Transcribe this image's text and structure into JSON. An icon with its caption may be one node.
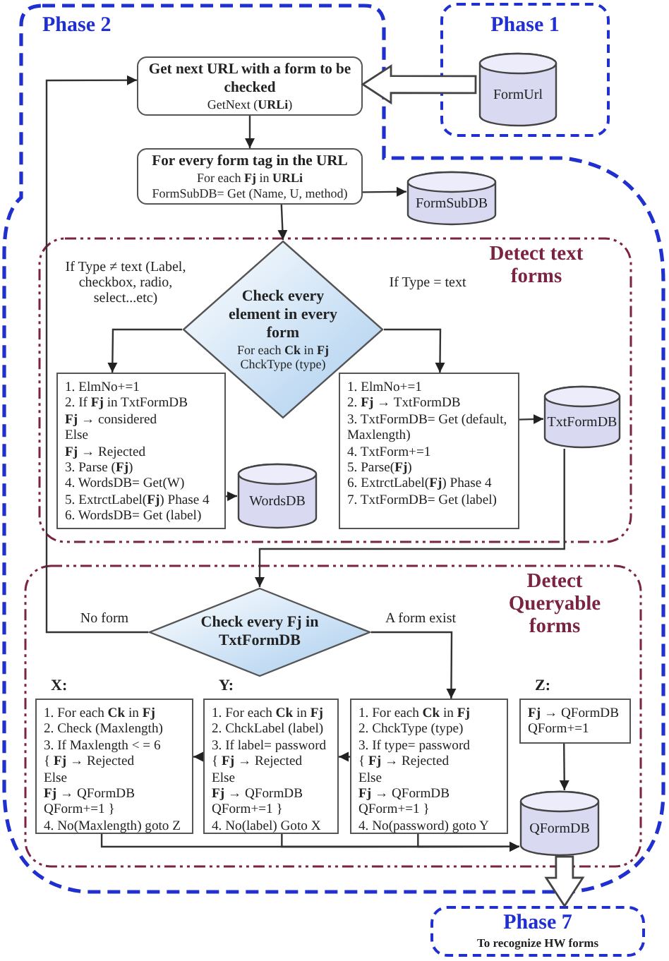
{
  "diagram": {
    "nodes": [
      {
        "text": [
          "Phase 2"
        ]
      },
      {
        "text": [
          "Phase 1"
        ]
      },
      {
        "text": [
          "FormUrl"
        ],
        "in": 1
      },
      {
        "text": [
          "Get next URL with a form to be checked",
          "GetNext (**URLi**)"
        ],
        "in": 0
      },
      {
        "text": [
          "For every form tag in the URL",
          "For each **Fj** in **URLi**",
          "FormSubDB= Get (Name, U, method)"
        ],
        "in": 0
      },
      {
        "text": [
          "FormSubDB"
        ],
        "in": 0
      },
      {
        "text": [
          "Detect text forms"
        ],
        "in": 0
      },
      {
        "text": [
          "Check every element in every form",
          "For each **Ck** in **Fj**",
          "ChckType (type)"
        ],
        "in": 6
      },
      {
        "text": [
          "1. ElmNo+=1",
          "2. If **Fj** in TxtFormDB",
          "**Fj** → considered",
          "Else",
          "**Fj** → Rejected",
          "3. Parse (**Fj**)",
          "4. WordsDB= Get(W)",
          "5. ExtrctLabel(**Fj**) Phase 4",
          "6. WordsDB= Get (label)"
        ],
        "in": 6
      },
      {
        "text": [
          "WordsDB"
        ],
        "in": 6
      },
      {
        "text": [
          "1. ElmNo+=1",
          "2. **Fj** → TxtFormDB",
          "3. TxtFormDB= Get (default, Maxlength)",
          "4. TxtForm+=1",
          "5. Parse(**Fj**)",
          "6. ExtrctLabel(**Fj**) Phase 4",
          "7. TxtFormDB= Get (label)"
        ],
        "in": 6
      },
      {
        "text": [
          "TxtFormDB"
        ],
        "in": 6
      },
      {
        "text": [
          "Detect Queryable forms"
        ],
        "in": 0
      },
      {
        "text": [
          "Check every Fj in TxtFormDB"
        ],
        "in": 12
      },
      {
        "text": [
          "1. For each **Ck** in **Fj**",
          "2. Check (Maxlength)",
          "3. If Maxlength < = 6",
          "{ **Fj** → Rejected",
          "Else",
          "**Fj** → QFormDB",
          "QForm+=1 }",
          "4. No(Maxlength) goto Z"
        ],
        "beside": [
          "X:"
        ],
        "in": 12
      },
      {
        "text": [
          "1. For each **Ck** in **Fj**",
          "2. ChckLabel (label)",
          "3. If label= password",
          "{ **Fj** → Rejected",
          "Else",
          "**Fj** → QFormDB",
          "QForm+=1 }",
          "4. No(label) Goto X"
        ],
        "beside": [
          "Y:"
        ],
        "in": 12
      },
      {
        "text": [
          "1. For each **Ck** in **Fj**",
          "2. ChckType (type)",
          "3. If type= password",
          "{ **Fj** → Rejected",
          "Else",
          "**Fj** → QFormDB",
          "QForm+=1 }",
          "4. No(password) goto Y"
        ],
        "in": 12
      },
      {
        "text": [
          "**Fj** → QFormDB",
          "QForm+=1"
        ],
        "beside": [
          "Z:"
        ],
        "in": 12
      },
      {
        "text": [
          "QFormDB"
        ],
        "in": 12
      },
      {
        "text": [
          "Phase 7",
          "To recognize HW forms"
        ]
      }
    ],
    "edges": [
      {
        "from": 2,
        "to": 3,
        "arrow": "to",
        "style": "thick"
      },
      {
        "from": 3,
        "to": 4,
        "arrow": "to"
      },
      {
        "from": 4,
        "to": 5,
        "arrow": "to"
      },
      {
        "from": 4,
        "to": 7,
        "arrow": "to"
      },
      {
        "from": 7,
        "to": 8,
        "arrow": "to",
        "label": "If Type ≠ text (Label, checkbox, radio, select...etc)"
      },
      {
        "from": 7,
        "to": 10,
        "arrow": "to",
        "label": "If Type = text"
      },
      {
        "from": 8,
        "to": 9,
        "arrow": "to"
      },
      {
        "from": 10,
        "to": 11,
        "arrow": "to"
      },
      {
        "from": 11,
        "to": 13,
        "arrow": "to"
      },
      {
        "from": 13,
        "to": 3,
        "arrow": "to",
        "label": "No form"
      },
      {
        "from": 13,
        "to": 16,
        "arrow": "to",
        "label": "A form exist"
      },
      {
        "from": 16,
        "to": 15,
        "arrow": "to"
      },
      {
        "from": 15,
        "to": 14,
        "arrow": "to"
      },
      {
        "from": 17,
        "to": 18,
        "arrow": "to"
      },
      {
        "from": 14,
        "to": 18,
        "arrow": "to"
      },
      {
        "from": 15,
        "to": 18,
        "arrow": "to"
      },
      {
        "from": 16,
        "to": 18,
        "arrow": "to"
      },
      {
        "from": 18,
        "to": 19,
        "arrow": "to",
        "style": "thick"
      }
    ]
  }
}
